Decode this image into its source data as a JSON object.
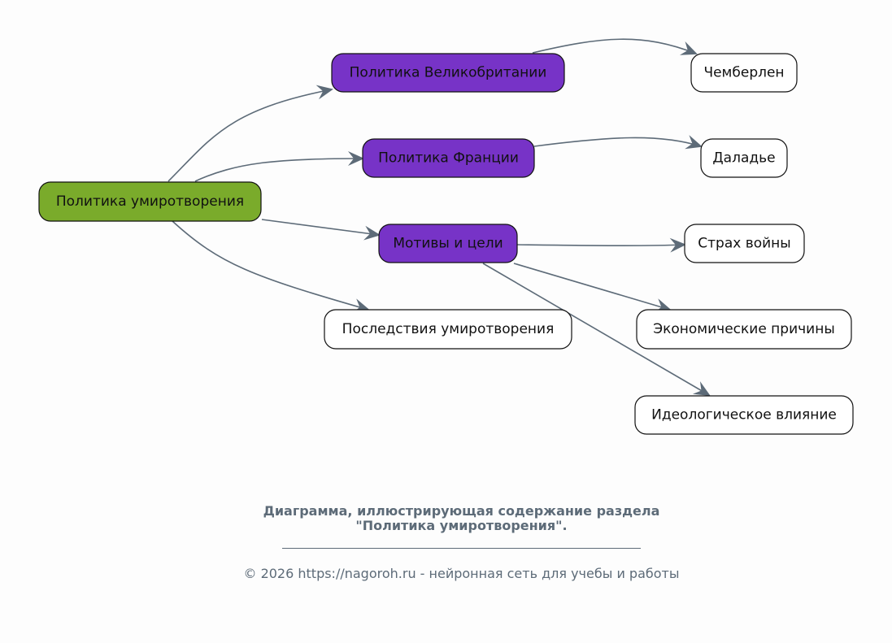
{
  "diagram": {
    "nodes": [
      {
        "id": "root",
        "label": "Политика умиротворения",
        "kind": "root"
      },
      {
        "id": "uk",
        "label": "Политика Великобритании",
        "kind": "branch"
      },
      {
        "id": "fr",
        "label": "Политика Франции",
        "kind": "branch"
      },
      {
        "id": "motives",
        "label": "Мотивы и цели",
        "kind": "branch"
      },
      {
        "id": "consequences",
        "label": "Последствия умиротворения",
        "kind": "leaf"
      },
      {
        "id": "chamberlain",
        "label": "Чемберлен",
        "kind": "leaf"
      },
      {
        "id": "daladier",
        "label": "Даладье",
        "kind": "leaf"
      },
      {
        "id": "fear",
        "label": "Страх войны",
        "kind": "leaf"
      },
      {
        "id": "economic",
        "label": "Экономические причины",
        "kind": "leaf"
      },
      {
        "id": "ideology",
        "label": "Идеологическое влияние",
        "kind": "leaf"
      }
    ],
    "edges": [
      {
        "from": "root",
        "to": "uk"
      },
      {
        "from": "root",
        "to": "fr"
      },
      {
        "from": "root",
        "to": "motives"
      },
      {
        "from": "root",
        "to": "consequences"
      },
      {
        "from": "uk",
        "to": "chamberlain"
      },
      {
        "from": "fr",
        "to": "daladier"
      },
      {
        "from": "motives",
        "to": "fear"
      },
      {
        "from": "motives",
        "to": "economic"
      },
      {
        "from": "motives",
        "to": "ideology"
      }
    ]
  },
  "colors": {
    "root_fill": "#7aab2b",
    "branch_fill": "#7733c7",
    "leaf_fill": "#ffffff",
    "edge": "#5d6b78"
  },
  "caption": {
    "title_line1": "Диаграмма, иллюстрирующая содержание раздела",
    "title_line2": "\"Политика умиротворения\".",
    "footer": "© 2026 https://nagoroh.ru - нейронная сеть для учебы и работы"
  }
}
